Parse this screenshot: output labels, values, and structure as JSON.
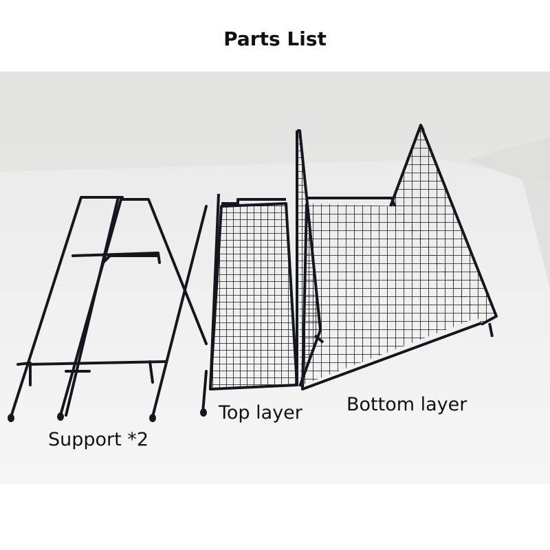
{
  "title": "Parts List",
  "labels": {
    "support": "Support *2",
    "top_layer": "Top layer",
    "bottom_layer": "Bottom layer"
  },
  "colors": {
    "wire": "#15171f",
    "wall": "#e7e7e5",
    "floor": "#f2f2f2"
  }
}
